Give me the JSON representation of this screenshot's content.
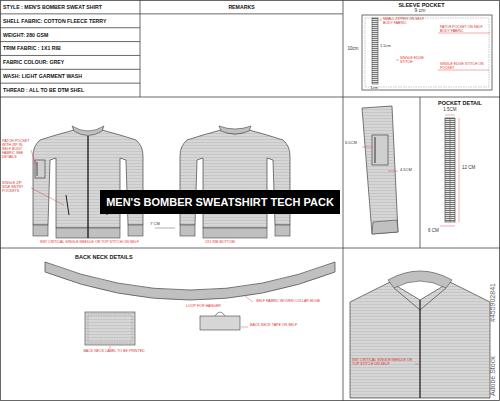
{
  "diagram": {
    "title": "MEN'S BOMBER SWEATSHIRT TECH PACK",
    "nodes": [
      {
        "text": [
          "STYLE : MEN'S BOMBER SWEAT SHIRT"
        ]
      },
      {
        "text": [
          "SHELL FABRIC: COTTON FLEECE TERRY"
        ]
      },
      {
        "text": [
          "WEIGHT: 280 GSM"
        ]
      },
      {
        "text": [
          "TRIM FABRIC : 1X1 RIB"
        ]
      },
      {
        "text": [
          "FABRIC COLOUR: GREY"
        ]
      },
      {
        "text": [
          "WASH: LIGHT GARMENT WASH"
        ]
      },
      {
        "text": [
          "THREAD : ALL TO BE DTM SHEL"
        ]
      },
      {
        "text": [
          "REMARKS"
        ]
      },
      {
        "text": [
          "SLEEVE POCKET"
        ]
      },
      {
        "text": [
          "POCKET DETAIL"
        ]
      },
      {
        "text": [
          "BACK NECK DETAILS"
        ]
      }
    ],
    "labels": [
      "9 cm",
      "10cm",
      "1.5cm",
      "1cm",
      "SMALL ZIPPER ON SELF BODY FABRIC",
      "SINGLE EDGE STITCH",
      "PATCH POCKET ON SELF BODY FABRIC",
      "SINGLE EDGE STITCH ON POCKET",
      "PATCH POCKET WITH ZIP IN SELF BODY FABRIC SEE DETAILS",
      "SINGLE ZIP SIDE ENTRY POCKETS",
      "SNT CRITICAL SINGLE NEEDLE OR TOP STITCH ON SELF",
      "7 CM",
      "1X1 RIB BOTTOM",
      "6.5CM",
      "4.5CM",
      "1.5CM",
      "12 CM",
      "6 CM",
      "SELF FABRIC WOVEN COLLAR EDGE",
      "LOOP FOR HANGER",
      "BACK NECK TAPE ON SELF",
      "BACK NECK LABEL TO BE PRINTED",
      "SNT CRITICAL SINGLE NEEDLE OR TOP STITCH ON SELF",
      "#455902841",
      "Adobe Stock"
    ]
  }
}
